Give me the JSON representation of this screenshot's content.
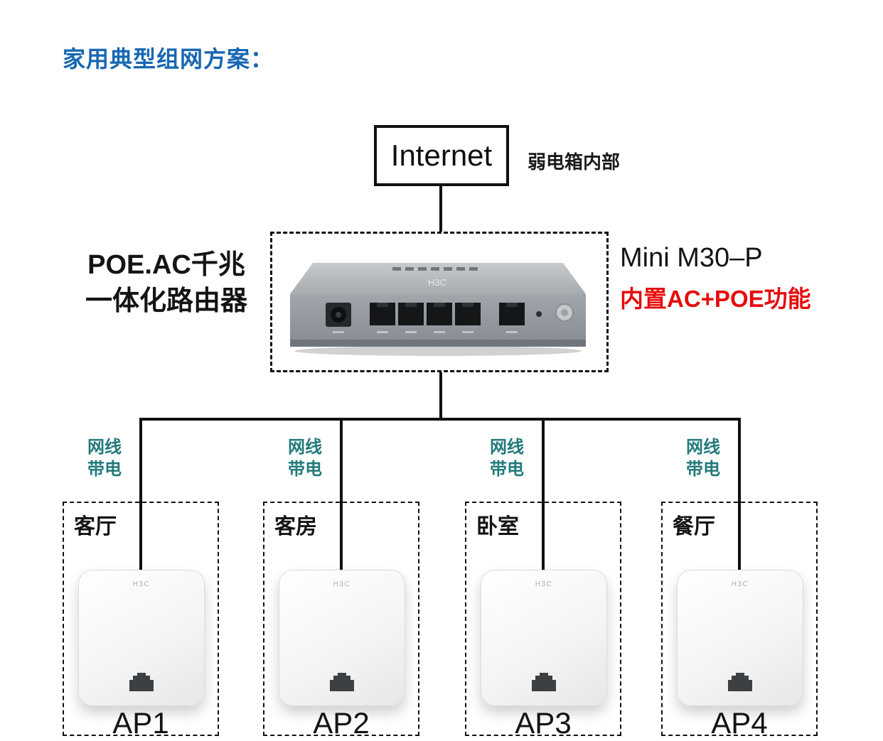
{
  "page": {
    "title": "家用典型组网方案："
  },
  "internet": {
    "label": "Internet",
    "note": "弱电箱内部"
  },
  "router": {
    "label_line1": "POE.AC千兆",
    "label_line2": "一体化路由器",
    "model": "Mini M30–P",
    "feature": "内置AC+POE功能",
    "brand": "H3C"
  },
  "cable_label": {
    "line1": "网线",
    "line2": "带电"
  },
  "branches": [
    {
      "room": "客厅",
      "ap": "AP1"
    },
    {
      "room": "客房",
      "ap": "AP2"
    },
    {
      "room": "卧室",
      "ap": "AP3"
    },
    {
      "room": "餐厅",
      "ap": "AP4"
    }
  ],
  "device_brand": "H3C",
  "colors": {
    "title_blue": "#1767b2",
    "feature_red": "#e60d0d",
    "cable_teal": "#227a7a",
    "line_black": "#101010"
  }
}
